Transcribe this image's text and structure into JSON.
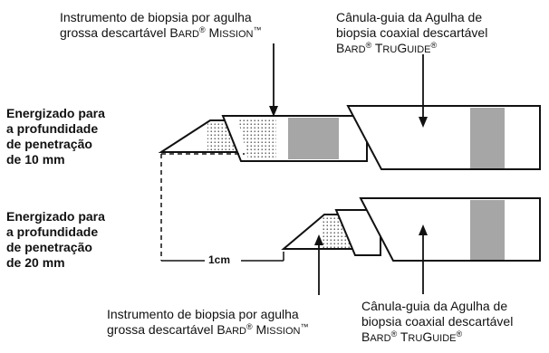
{
  "labels": {
    "top_left": {
      "line1": "Instrumento de biopsia por agulha",
      "line2_prefix": "grossa descartável ",
      "b": "B",
      "ard": "ARD",
      "reg": "®",
      "m": "M",
      "ission": "ISSION",
      "tm": "™"
    },
    "top_right": {
      "line1": "Cânula-guia da Agulha de",
      "line2": "biopsia coaxial descartável",
      "b": "B",
      "ard": "ARD",
      "reg": "®",
      "tru": "T",
      "ruword": "RU",
      "g": "G",
      "uide": "UIDE",
      "reg2": "®"
    },
    "left_10": [
      "Energizado para",
      "a profundidade",
      "de penetração",
      "de 10 mm"
    ],
    "left_20": [
      "Energizado para",
      "a profundidade",
      "de penetração",
      "de 20 mm"
    ],
    "scale": "1cm",
    "bottom_left": {
      "line1": "Instrumento de biopsia por agulha",
      "line2_prefix": "grossa descartável ",
      "b": "B",
      "ard": "ARD",
      "reg": "®",
      "m": "M",
      "ission": "ISSION",
      "tm": "™"
    },
    "bottom_right": {
      "line1": "Cânula-guia da Agulha de",
      "line2": "biopsia coaxial descartável",
      "b": "B",
      "ard": "ARD",
      "reg": "®",
      "tru": "T",
      "ruword": "RU",
      "g": "G",
      "uide": "UIDE",
      "reg2": "®"
    }
  },
  "colors": {
    "line": "#111111",
    "band": "#a6a6a6",
    "stipple": "#222222"
  }
}
